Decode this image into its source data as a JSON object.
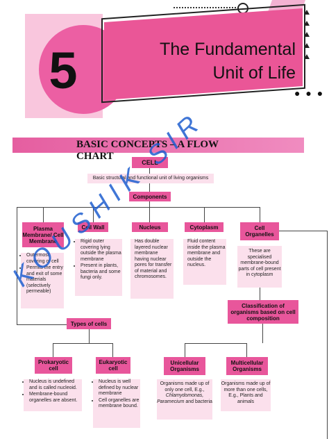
{
  "header": {
    "chapter_number": "5",
    "title_line1": "The Fundamental",
    "title_line2": "Unit of Life"
  },
  "section_title": "BASIC CONCEPTS – A FLOW CHART",
  "cell": {
    "label": "CELL",
    "definition": "Basic structural and functional unit of living organisms"
  },
  "components_label": "Components",
  "components": [
    {
      "title": "Plasma Membrane/ Cell Membrane",
      "points": [
        "Outermost covering of cell",
        "Permits the entry and exit of some materials (selectively permeable)"
      ]
    },
    {
      "title": "Cell Wall",
      "points": [
        "Rigid outer covering lying outside the plasma membrane",
        "Present in plants, bacteria and some fungi only."
      ]
    },
    {
      "title": "Nucleus",
      "text": "Has double layered nuclear membrane having nuclear pores for transfer of material and chromosomes."
    },
    {
      "title": "Cytoplasm",
      "text": "Fluid content inside the plasma membrane and outside the nucleus."
    },
    {
      "title": "Cell Organelles",
      "text": "These are specialised membrane-bound parts of cell present in cytoplasm"
    }
  ],
  "types_label": "Types of cells",
  "types": [
    {
      "title": "Prokaryotic cell",
      "points": [
        "Nucleus is undefined and is called nucleoid.",
        "Membrane-bound organelles are absent."
      ]
    },
    {
      "title": "Eukaryotic cell",
      "points": [
        "Nucleus is well defined by nuclear membrane",
        "Cell organelles are membrane bound."
      ]
    }
  ],
  "classification_label": "Classification of organisms based on cell composition",
  "organisms": [
    {
      "title": "Unicellular Organisms",
      "text_a": "Organisms made up of only one cell, E.g.,",
      "text_b": "Chlamydomonas, Paramecium",
      "text_c": "and bacteria"
    },
    {
      "title": "Multicellular Organisms",
      "text": "Organisms made up of more than one cells, E.g., Plants and animals"
    }
  ],
  "watermark": "KOUSHIK SIR",
  "colors": {
    "accent": "#e8569b",
    "light": "#fbe0ec",
    "watermark": "#1f5fd0"
  }
}
